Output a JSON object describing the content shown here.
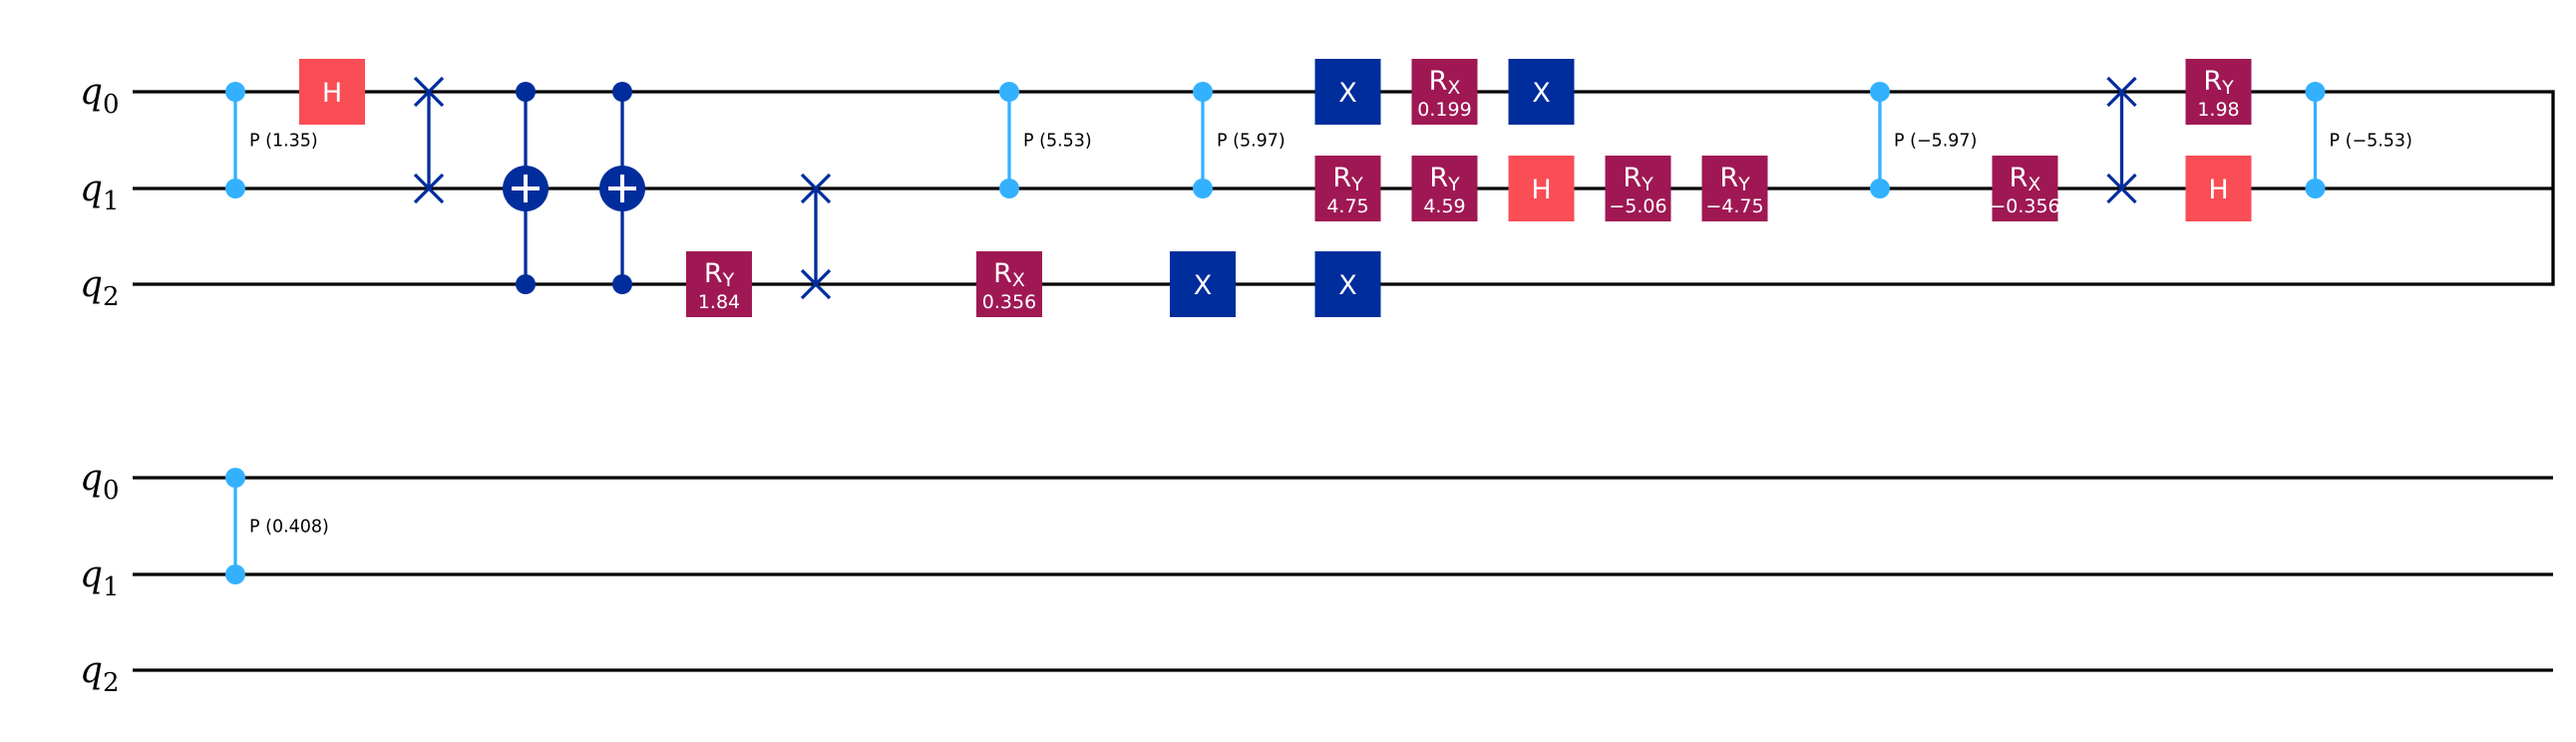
{
  "colors": {
    "wire": "#000000",
    "cphase": "#33b1ff",
    "dark_blue": "#002d9c",
    "h_gate": "#fa4d56",
    "rotation": "#9f1853",
    "gate_text": "#ffffff"
  },
  "diagram": {
    "row1": {
      "wires": [
        {
          "label": "q",
          "sub": "0"
        },
        {
          "label": "q",
          "sub": "1"
        },
        {
          "label": "q",
          "sub": "2"
        }
      ],
      "gates": [
        {
          "type": "cp",
          "col": 0,
          "qubits": [
            0,
            1
          ],
          "label": "P (1.35)"
        },
        {
          "type": "box",
          "col": 1,
          "q": 0,
          "kind": "H",
          "text": "H"
        },
        {
          "type": "swap",
          "col": 2,
          "qubits": [
            0,
            1
          ]
        },
        {
          "type": "ccx",
          "col": 3,
          "controls": [
            0,
            2
          ],
          "target": 1
        },
        {
          "type": "ccx",
          "col": 4,
          "controls": [
            0,
            2
          ],
          "target": 1
        },
        {
          "type": "box",
          "col": 5,
          "q": 2,
          "kind": "R",
          "text": "R",
          "sub": "Y",
          "param": "1.84"
        },
        {
          "type": "swap",
          "col": 6,
          "qubits": [
            1,
            2
          ]
        },
        {
          "type": "cp",
          "col": 8,
          "qubits": [
            0,
            1
          ],
          "label": "P (5.53)"
        },
        {
          "type": "box",
          "col": 8,
          "q": 2,
          "kind": "R",
          "text": "R",
          "sub": "X",
          "param": "0.356"
        },
        {
          "type": "cp",
          "col": 10,
          "qubits": [
            0,
            1
          ],
          "label": "P (5.97)"
        },
        {
          "type": "box",
          "col": 10,
          "q": 2,
          "kind": "X",
          "text": "X"
        },
        {
          "type": "box",
          "col": 11.5,
          "q": 0,
          "kind": "X",
          "text": "X"
        },
        {
          "type": "box",
          "col": 11.5,
          "q": 1,
          "kind": "R",
          "text": "R",
          "sub": "Y",
          "param": "4.75"
        },
        {
          "type": "box",
          "col": 11.5,
          "q": 2,
          "kind": "X",
          "text": "X"
        },
        {
          "type": "box",
          "col": 12.5,
          "q": 0,
          "kind": "R",
          "text": "R",
          "sub": "X",
          "param": "0.199"
        },
        {
          "type": "box",
          "col": 12.5,
          "q": 1,
          "kind": "R",
          "text": "R",
          "sub": "Y",
          "param": "4.59"
        },
        {
          "type": "box",
          "col": 13.5,
          "q": 0,
          "kind": "X",
          "text": "X"
        },
        {
          "type": "box",
          "col": 13.5,
          "q": 1,
          "kind": "H",
          "text": "H"
        },
        {
          "type": "box",
          "col": 14.5,
          "q": 1,
          "kind": "R",
          "text": "R",
          "sub": "Y",
          "param": "−5.06"
        },
        {
          "type": "box",
          "col": 15.5,
          "q": 1,
          "kind": "R",
          "text": "R",
          "sub": "Y",
          "param": "−4.75"
        },
        {
          "type": "cp",
          "col": 17,
          "qubits": [
            0,
            1
          ],
          "label": "P (−5.97)"
        },
        {
          "type": "box",
          "col": 18.5,
          "q": 1,
          "kind": "R",
          "text": "R",
          "sub": "X",
          "param": "−0.356"
        },
        {
          "type": "swap",
          "col": 19.5,
          "qubits": [
            0,
            1
          ]
        },
        {
          "type": "box",
          "col": 20.5,
          "q": 0,
          "kind": "R",
          "text": "R",
          "sub": "Y",
          "param": "1.98"
        },
        {
          "type": "box",
          "col": 20.5,
          "q": 1,
          "kind": "H",
          "text": "H"
        },
        {
          "type": "cp",
          "col": 21.5,
          "qubits": [
            0,
            1
          ],
          "label": "P (−5.53)"
        }
      ]
    },
    "row2": {
      "wires": [
        {
          "label": "q",
          "sub": "0"
        },
        {
          "label": "q",
          "sub": "1"
        },
        {
          "label": "q",
          "sub": "2"
        }
      ],
      "gates": [
        {
          "type": "cp",
          "col": 0,
          "qubits": [
            0,
            1
          ],
          "label": "P (0.408)"
        }
      ]
    }
  }
}
